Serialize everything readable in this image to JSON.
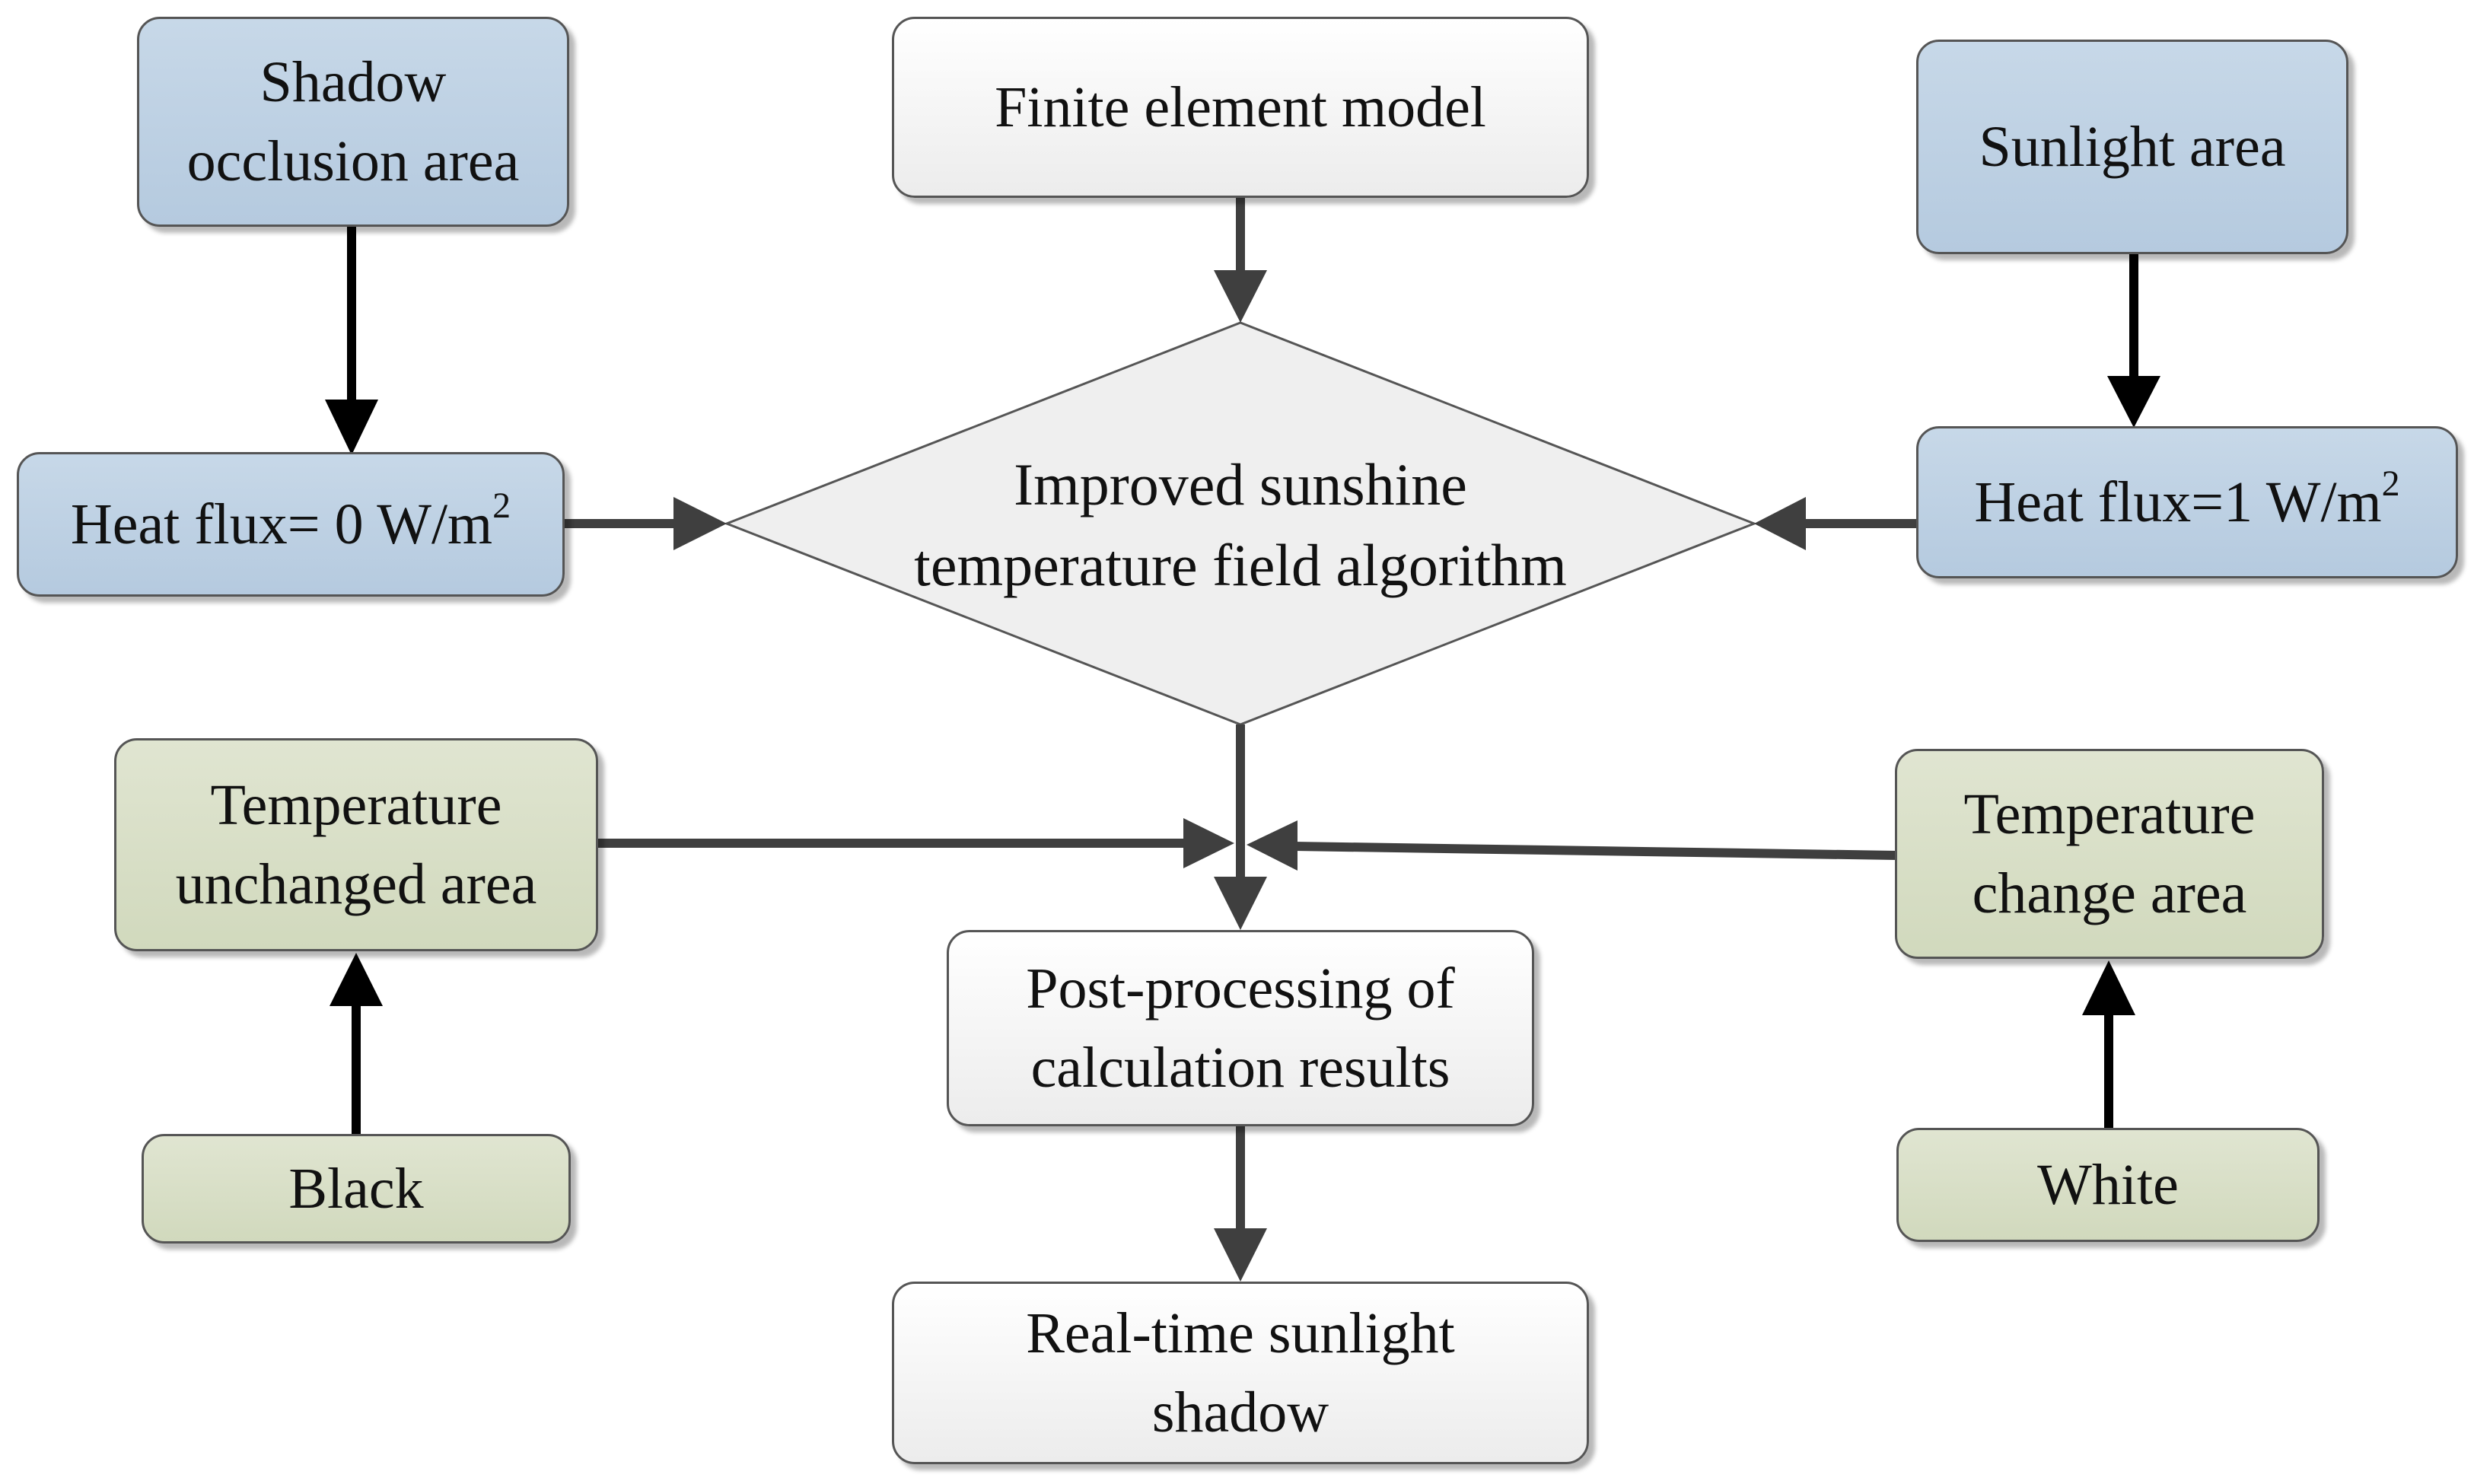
{
  "nodes": {
    "shadow_occlusion": {
      "line1": "Shadow",
      "line2": "occlusion area"
    },
    "finite_element": {
      "label": "Finite element model"
    },
    "sunlight_area": {
      "label": "Sunlight area"
    },
    "heat_flux_zero": {
      "text": "Heat flux= 0 W/m",
      "sup": "2"
    },
    "heat_flux_one": {
      "text": "Heat flux=1 W/m",
      "sup": "2"
    },
    "algorithm": {
      "line1": "Improved sunshine",
      "line2": "temperature field algorithm"
    },
    "temp_unchanged": {
      "line1": "Temperature",
      "line2": "unchanged area"
    },
    "temp_change": {
      "line1": "Temperature",
      "line2": "change area"
    },
    "post_processing": {
      "line1": "Post-processing of",
      "line2": "calculation results"
    },
    "black": {
      "label": "Black"
    },
    "white": {
      "label": "White"
    },
    "realtime_shadow": {
      "line1": "Real-time sunlight",
      "line2": "shadow"
    }
  },
  "colors": {
    "blue_fill": "#bfd2e4",
    "green_fill": "#d9dfc8",
    "white_fill": "#f5f5f5",
    "arrow": "#3f3f3f"
  }
}
